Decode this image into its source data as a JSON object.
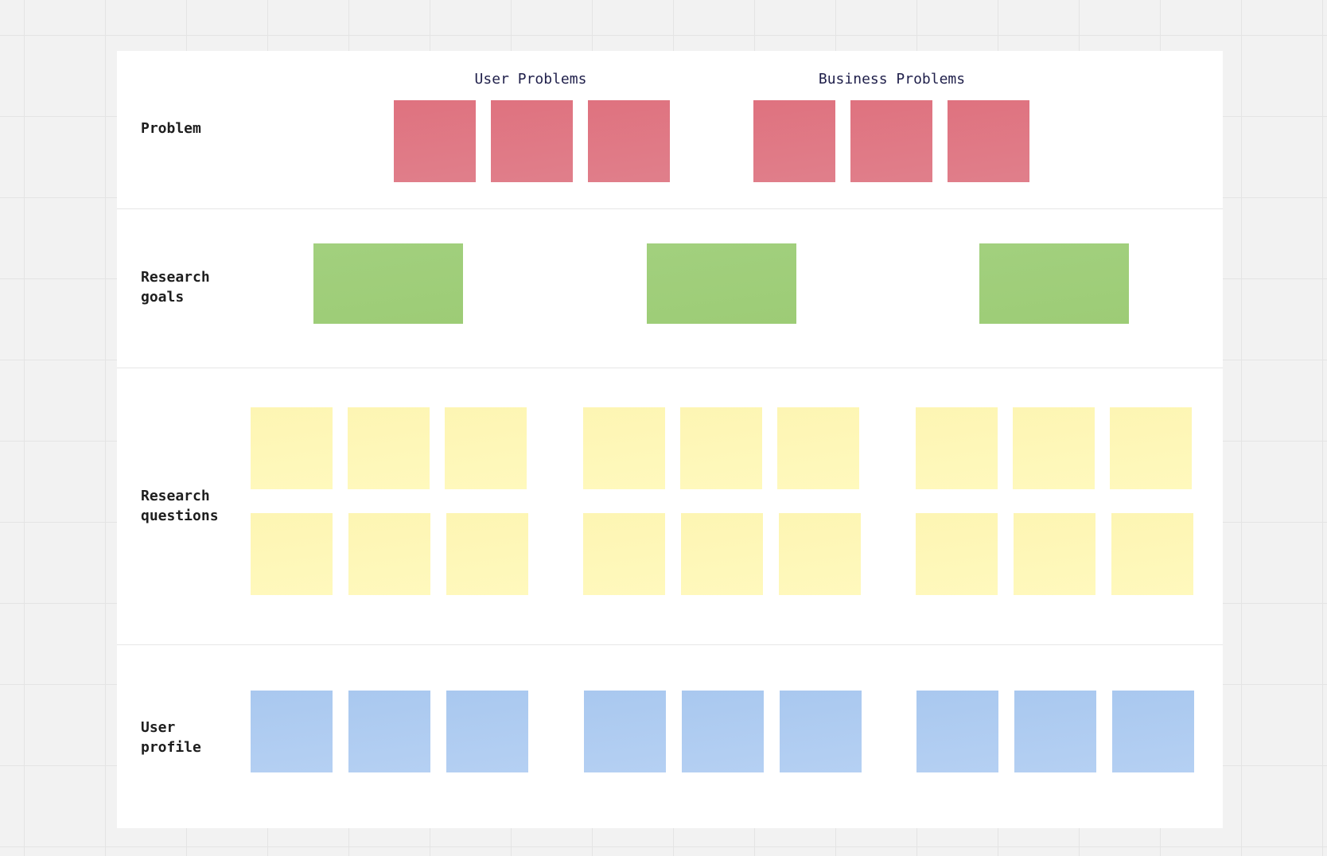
{
  "board": {
    "group_titles": [
      "User Problems",
      "Business Problems"
    ],
    "rows": [
      {
        "id": "problem",
        "label": "Problem",
        "note_color": "red",
        "note_count": 6
      },
      {
        "id": "research-goals",
        "label": "Research\ngoals",
        "note_color": "green",
        "note_count": 3
      },
      {
        "id": "research-questions",
        "label": "Research\nquestions",
        "note_color": "yellow",
        "note_count": 18
      },
      {
        "id": "user-profile",
        "label": "User\nprofile",
        "note_color": "blue",
        "note_count": 9
      }
    ]
  },
  "colors": {
    "red": "#df7480",
    "green": "#a0cf7b",
    "yellow": "#fef7b7",
    "blue": "#aecbf0"
  }
}
